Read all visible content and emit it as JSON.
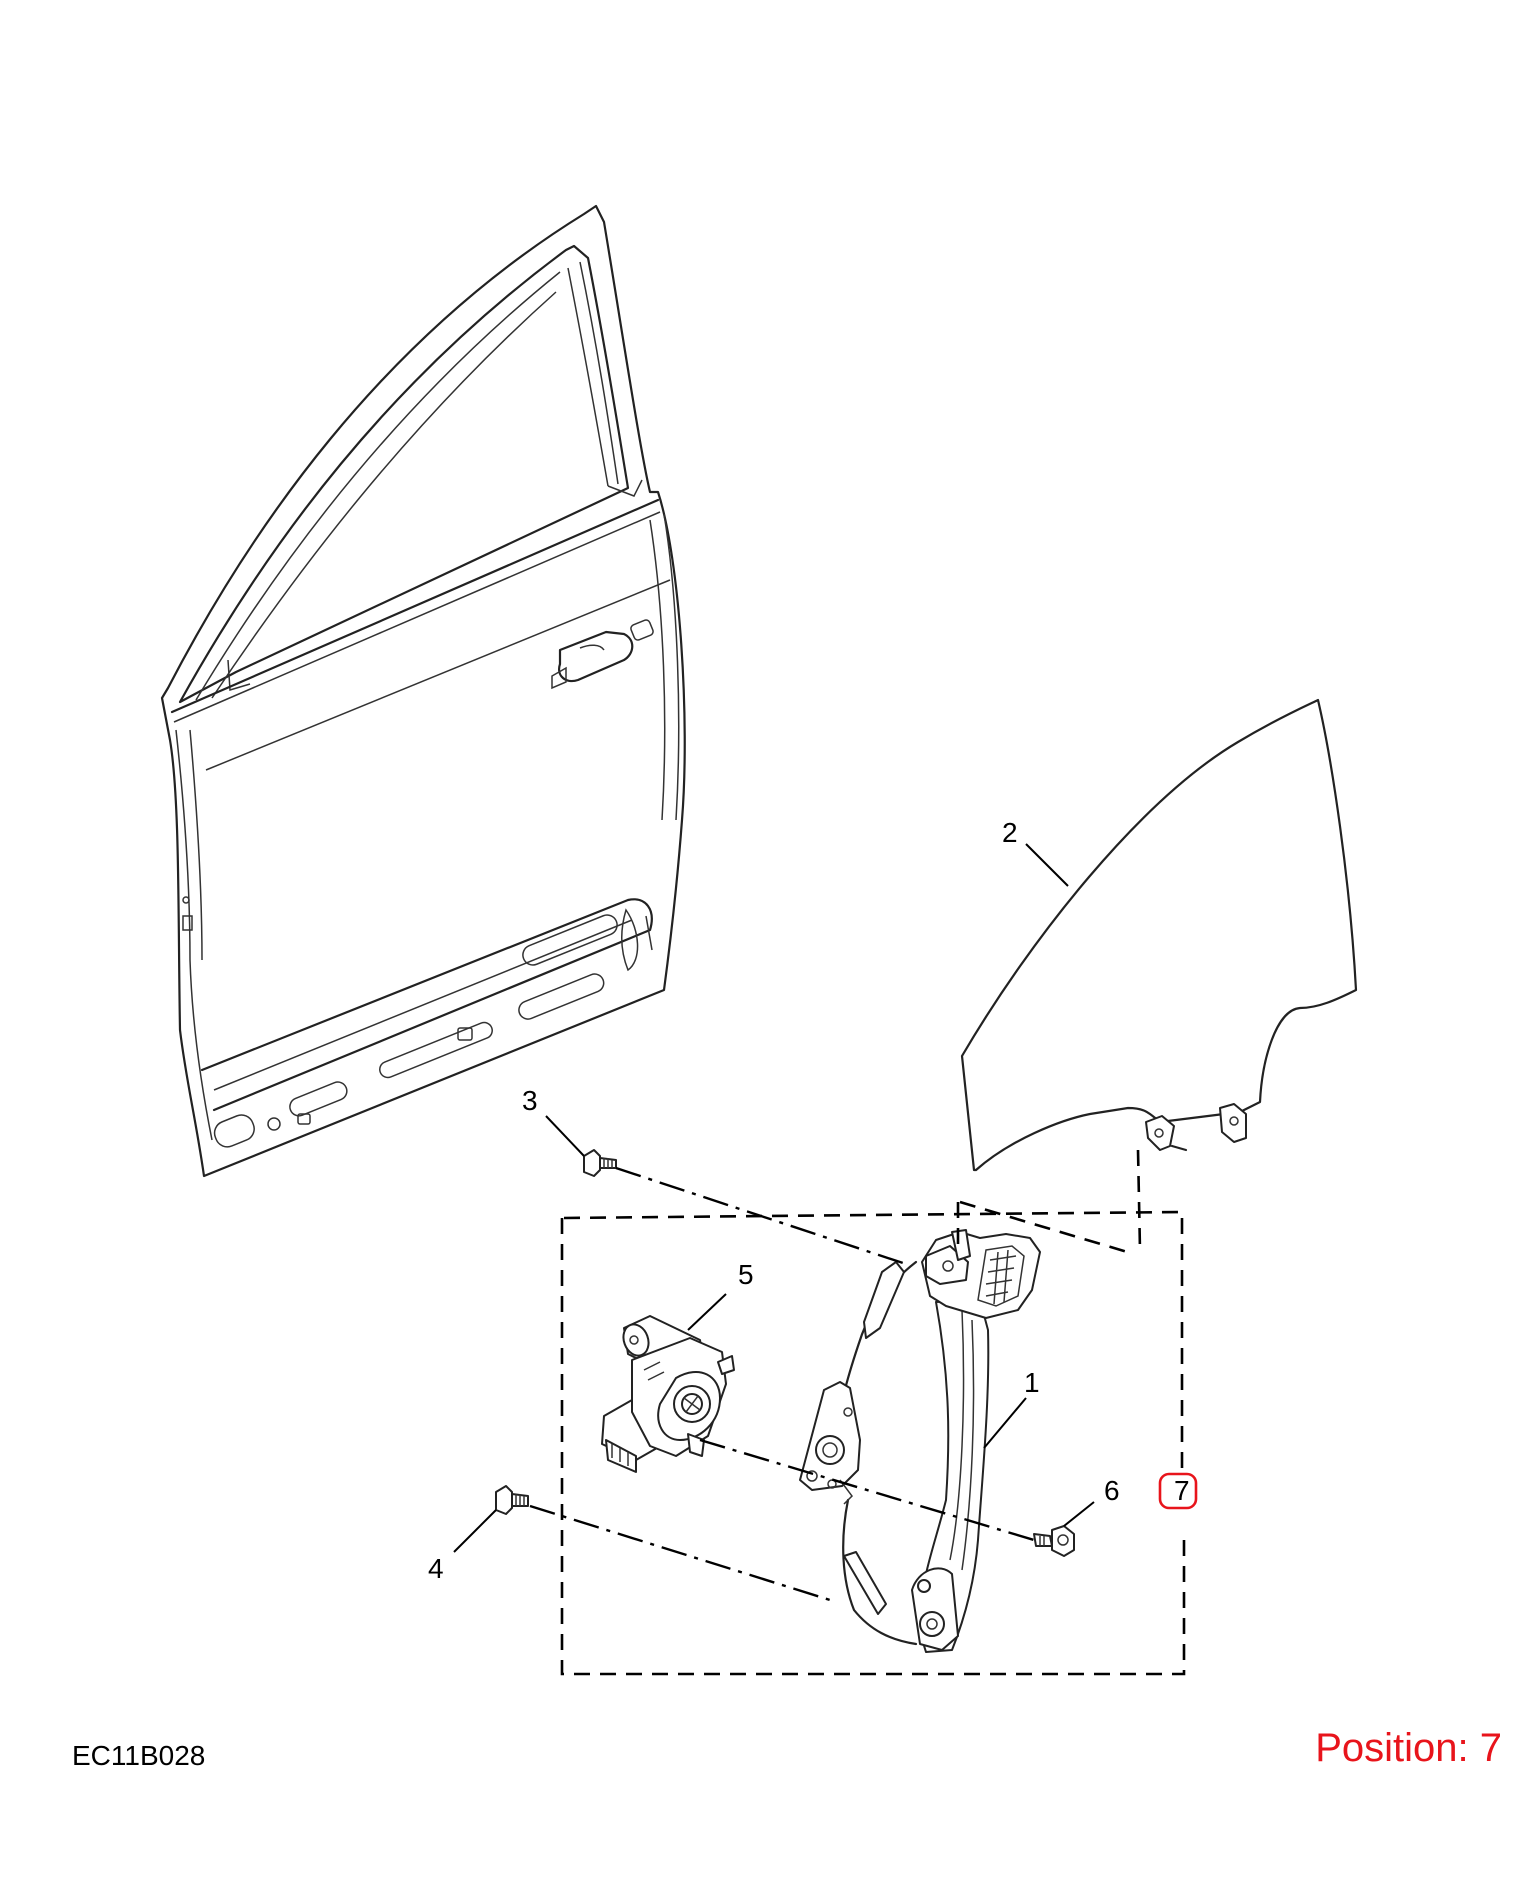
{
  "diagram_code": "EC11B028",
  "position_label": "Position: 7",
  "highlight_color": "#e8141b",
  "callouts": {
    "p1": "1",
    "p2": "2",
    "p3": "3",
    "p4": "4",
    "p5": "5",
    "p6": "6",
    "p7": "7"
  }
}
